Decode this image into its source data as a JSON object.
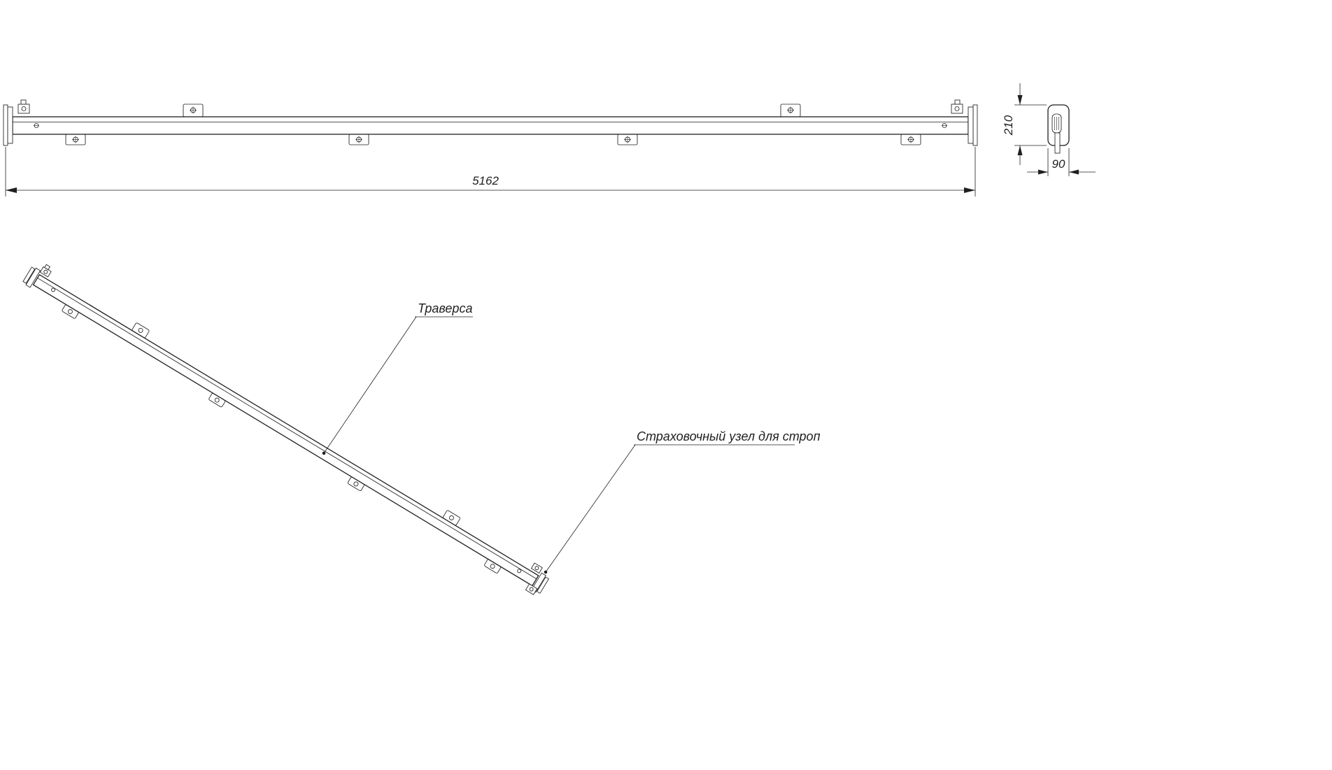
{
  "dimensions": {
    "length": "5162",
    "height": "210",
    "width": "90"
  },
  "callouts": {
    "traverse": "Траверса",
    "safety_node": "Страховочный узел для строп"
  },
  "colors": {
    "line": "#1f1f1f",
    "background": "#ffffff"
  }
}
